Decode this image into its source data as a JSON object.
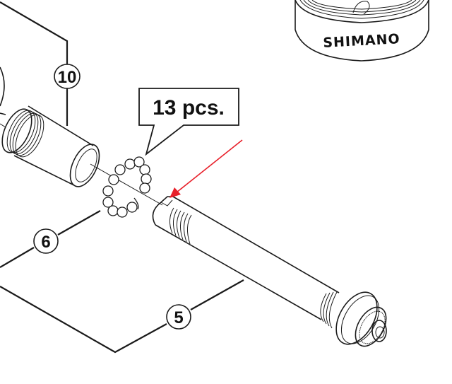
{
  "diagram": {
    "brand": "SHIMANO",
    "quantity_label": "13 pcs.",
    "callouts": [
      {
        "id": "10",
        "part": "tube"
      },
      {
        "id": "6",
        "part": "ball-bearings"
      },
      {
        "id": "5",
        "part": "axle"
      }
    ],
    "colors": {
      "line": "#1a1a1a",
      "arrow": "#e8202a",
      "background": "#ffffff"
    }
  }
}
